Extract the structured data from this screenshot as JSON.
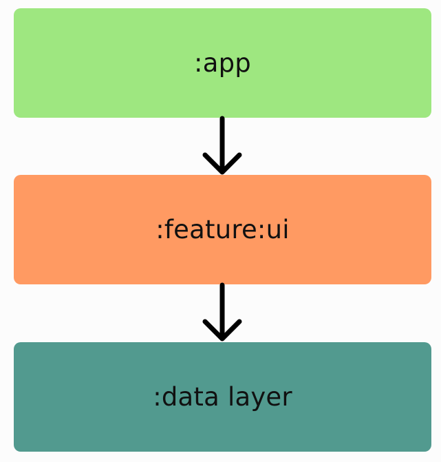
{
  "nodes": [
    {
      "id": "app",
      "label": ":app",
      "color": "#9ee780"
    },
    {
      "id": "feature",
      "label": ":feature:ui",
      "color": "#ff9a62"
    },
    {
      "id": "data",
      "label": ":data layer",
      "color": "#529a8f"
    }
  ],
  "edges": [
    {
      "from": "app",
      "to": "feature"
    },
    {
      "from": "feature",
      "to": "data"
    }
  ],
  "edge_color": "#000000"
}
